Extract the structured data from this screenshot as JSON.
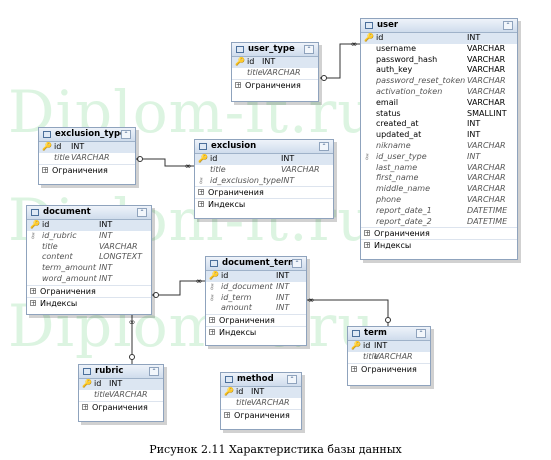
{
  "watermark": [
    "Diplom-it.ru",
    "Diplom-it.ru",
    "Diplom-it.ru"
  ],
  "ui": {
    "collapse_glyph": "⌃",
    "expand_glyph": "+",
    "key_glyph": "🔑"
  },
  "colors": {
    "watermark": "#5fcd78",
    "table_border": "#8fa3bd",
    "header": "#cfdcec",
    "key": "#d19a12"
  },
  "tables": [
    {
      "name": "user",
      "rows": [
        {
          "f": "id",
          "t": "INT",
          "pk": true
        },
        {
          "f": "username",
          "t": "VARCHAR"
        },
        {
          "f": "password_hash",
          "t": "VARCHAR"
        },
        {
          "f": "auth_key",
          "t": "VARCHAR"
        },
        {
          "f": "password_reset_token",
          "t": "VARCHAR",
          "i": true
        },
        {
          "f": "activation_token",
          "t": "VARCHAR",
          "i": true
        },
        {
          "f": "email",
          "t": "VARCHAR"
        },
        {
          "f": "status",
          "t": "SMALLINT"
        },
        {
          "f": "created_at",
          "t": "INT"
        },
        {
          "f": "updated_at",
          "t": "INT"
        },
        {
          "f": "nikname",
          "t": "VARCHAR",
          "i": true
        },
        {
          "f": "id_user_type",
          "t": "INT",
          "i": true,
          "fk": true
        },
        {
          "f": "last_name",
          "t": "VARCHAR",
          "i": true
        },
        {
          "f": "first_name",
          "t": "VARCHAR",
          "i": true
        },
        {
          "f": "middle_name",
          "t": "VARCHAR",
          "i": true
        },
        {
          "f": "phone",
          "t": "VARCHAR",
          "i": true
        },
        {
          "f": "report_date_1",
          "t": "DATETIME",
          "i": true
        },
        {
          "f": "report_date_2",
          "t": "DATETIME",
          "i": true
        }
      ],
      "sections": [
        "Ограничения",
        "Индексы"
      ]
    },
    {
      "name": "user_type",
      "rows": [
        {
          "f": "id",
          "t": "INT",
          "pk": true
        },
        {
          "f": "title",
          "t": "VARCHAR",
          "i": true
        }
      ],
      "sections": [
        "Ограничения"
      ]
    },
    {
      "name": "exclusion_type",
      "rows": [
        {
          "f": "id",
          "t": "INT",
          "pk": true
        },
        {
          "f": "title",
          "t": "VARCHAR",
          "i": true
        }
      ],
      "sections": [
        "Ограничения"
      ]
    },
    {
      "name": "exclusion",
      "rows": [
        {
          "f": "id",
          "t": "INT",
          "pk": true
        },
        {
          "f": "title",
          "t": "VARCHAR",
          "i": true
        },
        {
          "f": "id_exclusion_type",
          "t": "INT",
          "i": true,
          "fk": true
        }
      ],
      "sections": [
        "Ограничения",
        "Индексы"
      ]
    },
    {
      "name": "document",
      "rows": [
        {
          "f": "id",
          "t": "INT",
          "pk": true
        },
        {
          "f": "id_rubric",
          "t": "INT",
          "i": true,
          "fk": true
        },
        {
          "f": "title",
          "t": "VARCHAR",
          "i": true
        },
        {
          "f": "content",
          "t": "LONGTEXT",
          "i": true
        },
        {
          "f": "term_amount",
          "t": "INT",
          "i": true
        },
        {
          "f": "word_amount",
          "t": "INT",
          "i": true
        }
      ],
      "sections": [
        "Ограничения",
        "Индексы"
      ]
    },
    {
      "name": "document_term",
      "rows": [
        {
          "f": "id",
          "t": "INT",
          "pk": true
        },
        {
          "f": "id_document",
          "t": "INT",
          "i": true,
          "fk": true
        },
        {
          "f": "id_term",
          "t": "INT",
          "i": true,
          "fk": true
        },
        {
          "f": "amount",
          "t": "INT",
          "i": true
        }
      ],
      "sections": [
        "Ограничения",
        "Индексы"
      ]
    },
    {
      "name": "term",
      "rows": [
        {
          "f": "id",
          "t": "INT",
          "pk": true
        },
        {
          "f": "title",
          "t": "VARCHAR",
          "i": true
        }
      ],
      "sections": [
        "Ограничения"
      ]
    },
    {
      "name": "rubric",
      "rows": [
        {
          "f": "id",
          "t": "INT",
          "pk": true
        },
        {
          "f": "title",
          "t": "VARCHAR",
          "i": true
        }
      ],
      "sections": [
        "Ограничения"
      ]
    },
    {
      "name": "method",
      "rows": [
        {
          "f": "id",
          "t": "INT",
          "pk": true
        },
        {
          "f": "title",
          "t": "VARCHAR",
          "i": true
        }
      ],
      "sections": [
        "Ограничения"
      ]
    }
  ],
  "caption": "Рисунок 2.11 Характеристика базы данных"
}
